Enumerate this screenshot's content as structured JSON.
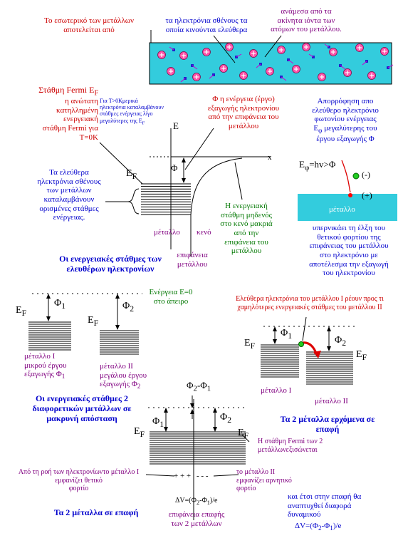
{
  "top": {
    "text_left": "Το εσωτερικό των μετάλλων\nαποτελείται από",
    "text_mid": "τα ηλεκτρόνια σθένους τα\nοποία κινούνται ελεύθερα",
    "text_right": "ανάμεσα από τα\nακίνητα ιόντα των\nατόμων του μετάλλου."
  },
  "panel1": {
    "fermi_title": "Στάθμη Fermi E",
    "fermi_title_sub": "F",
    "fermi_desc": "η ανώτατη\nκατηλλημένη\nενεργειακή\nστάθμη Fermi για\nT=0K",
    "small_note": "Για T>0Κμερικά\nηλεκτρόνια καταλαμβάνουν\nστάθμες ενέργειας λίγο\nμεγαλύτερες της E",
    "small_note_sub": "F",
    "phi_desc": "Φ η ενέργεια (έργο)\nεξαγωγής ηλεκτρονίου\nαπό την επιφάνεια του\nμετάλλου",
    "axis_E": "E",
    "axis_x": "x",
    "label_EF": "E",
    "label_EF_sub": "F",
    "label_phi": "Φ",
    "free_electrons": "Τα ελεύθερα\nηλεκτρόνια σθένους\nτων μετάλλων\nκαταλαμβάνουν\nορισμένες στάθμες\nενέργειας.",
    "zero_level": "Η ενεργειακή\nστάθμη μηδενός\nστο κενό μακριά\nαπό την\nεπιφάνεια του\nμετάλλου",
    "metal": "μέταλλο",
    "vacuum": "κενό",
    "surface": "επιφάνεια\nμετάλλου",
    "caption": "Οι ενεργειακές στάθμες των\nελευθέρων ηλεκτρονίων"
  },
  "photo": {
    "title": "Απορρόφηση απο\nελεύθερο ηλεκτρόνιο\nφωτονίου ενέργειας\nE",
    "title_sub": "φ",
    "title_end": " μεγαλύτερης του\nέργου εξαγωγής Φ",
    "eq": "E",
    "eq_sub": "φ",
    "eq_end": "=hv>Φ",
    "minus": "(-)",
    "plus": "(+)",
    "metal": "μέταλλο",
    "desc": "υπερνικάει τη έλξη του\nθετικού φορτίου της\nεπιφάνειας του μετάλλου\nστο ηλεκτρόνιο με\nαποτέλεσμα την εξαγωγή\nτου ηλεκτρονίου"
  },
  "panel2": {
    "zero": "Ενέργεια E=0\nστο άπειρο",
    "phi1": "Φ",
    "phi1_sub": "1",
    "phi2": "Φ",
    "phi2_sub": "2",
    "EF": "E",
    "EF_sub": "F",
    "metal1": "μέταλλο Ι\nμικρού έργου\nεξαγωγής Φ",
    "metal1_sub": "1",
    "metal2": "μέταλλο ΙΙ\nμεγάλου έργου\nεξαγωγής Φ",
    "metal2_sub": "2",
    "caption": "Οι ενεργειακές στάθμες 2\nδιαφορετικών μετάλλων σε\nμακρυνή απόσταση"
  },
  "panel3": {
    "flow": "Ελεύθερα ηλεκτρόνια του μετάλλου Ι ρέουν προς τι\nχαμηλότερες ενεργειακές στάθμες του μετάλλου ΙΙ",
    "phi1": "Φ",
    "phi1_sub": "1",
    "phi2": "Φ",
    "phi2_sub": "2",
    "EF": "E",
    "EF_sub": "F",
    "metal1": "μέταλλο Ι",
    "metal2": "μέταλλο ΙΙ",
    "caption": "Τα 2 μέταλλα ερχόμενα σε\nεπαφή"
  },
  "panel4": {
    "phi_diff": "Φ",
    "phi_diff_sub2": "2",
    "phi_diff_mid": "-Φ",
    "phi_diff_sub1": "1",
    "phi1": "Φ",
    "phi1_sub": "1",
    "phi2": "Φ",
    "phi2_sub": "2",
    "EF": "E",
    "EF_sub": "F",
    "fermi_eq": "Η στάθμη Fermi των 2\nμετάλλωνεξισώνεται",
    "left_note": "Από τη ροή των ηλεκτρονίωντο μέταλλο Ι\nεμφανίζει θετικό\nφορτίο",
    "right_note": "το μέταλλο ΙΙ\nεμφανίζει αρνητικό\nφορτίο",
    "plus_signs": "+ + +",
    "minus_signs": "- - -",
    "dv": "ΔV=(Φ",
    "dv_sub2": "2",
    "dv_mid": "-Φ",
    "dv_sub1": "1",
    "dv_end": ")/e",
    "surface": "επιφάνεια επαφής\nτων 2 μετάλλων",
    "caption": "Τα 2 μέταλλα σε επαφή",
    "conclusion": "και έτσι στην επαφή θα\nαναπτυχθεί διαφορά\nδυναμικού",
    "conclusion_eq": "ΔV=(Φ",
    "conclusion_sub2": "2",
    "conclusion_mid": "-Φ",
    "conclusion_sub1": "1",
    "conclusion_end": ")/e"
  },
  "colors": {
    "metal_box": "#33ccdd",
    "ion_fill": "#ff55aa",
    "electron_fill": "#2222cc",
    "arrow": "#cc00cc",
    "red_arrow": "#dd0000",
    "fermi_text": "#cc0000",
    "note_blue": "#0000cc",
    "note_green": "#007700",
    "note_purple": "#800080"
  }
}
